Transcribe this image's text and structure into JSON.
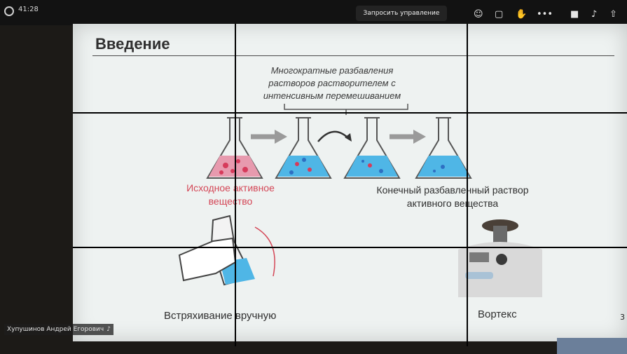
{
  "topbar": {
    "timer": "41:28",
    "request_control_label": "Запросить управление",
    "icons": [
      "participants-icon",
      "chat-icon",
      "raise-hand-icon",
      "more-icon",
      "camera-icon",
      "microphone-icon",
      "share-icon"
    ]
  },
  "slide": {
    "title": "Введение",
    "caption": "Многократные разбавления растворов растворителем с интенсивным перемешиванием",
    "initial_label": "Исходное активное вещество",
    "final_label": "Конечный разбавленный раствор активного вещества",
    "manual_label": "Встряхивание вручную",
    "vortex_label": "Вортекс"
  },
  "participant": {
    "name": "Хупушинов Андрей Егорович"
  },
  "page_number": "3",
  "colors": {
    "red_liquid": "#e79aae",
    "blue_liquid": "#4fb6e6",
    "red_text": "#d44757",
    "slide_bg": "#eef2f1"
  }
}
